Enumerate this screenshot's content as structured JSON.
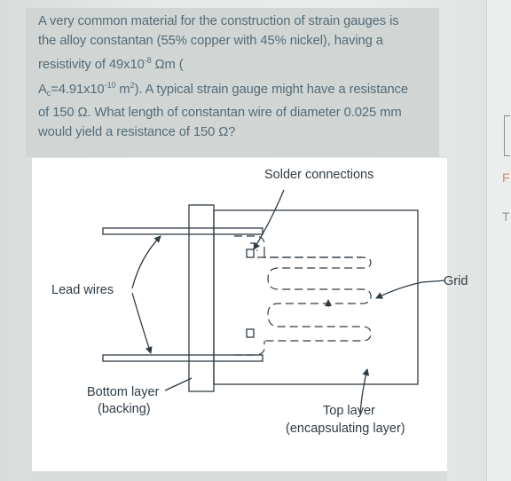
{
  "problem": {
    "line1": "A very common material for the construction of strain gauges is",
    "line2": "the alloy constantan (55% copper with 45% nickel), having a",
    "line3_pre": "resistivity of 49x10",
    "line3_exp": "-8",
    "line3_post": " Ωm (",
    "line4_a": "A",
    "line4_sub": "c",
    "line4_b": "=4.91x10",
    "line4_exp": "-10",
    "line4_c": " m",
    "line4_exp2": "2",
    "line4_d": "). A typical strain gauge might have a resistance",
    "line5": "of 150 Ω. What length of constantan wire of diameter 0.025 mm",
    "line6": "would yield a resistance of 150 Ω?"
  },
  "diagram_labels": {
    "solder": "Solder connections",
    "lead_wires": "Lead wires",
    "grid": "Grid",
    "bottom_layer": "Bottom layer",
    "backing": "(backing)",
    "top_layer": "Top layer",
    "encapsulating": "(encapsulating layer)"
  },
  "edge_fragments": {
    "f1": "F",
    "f2": "T"
  },
  "colors": {
    "text": "#556b78",
    "diagram_ink": "#2f3b45"
  }
}
